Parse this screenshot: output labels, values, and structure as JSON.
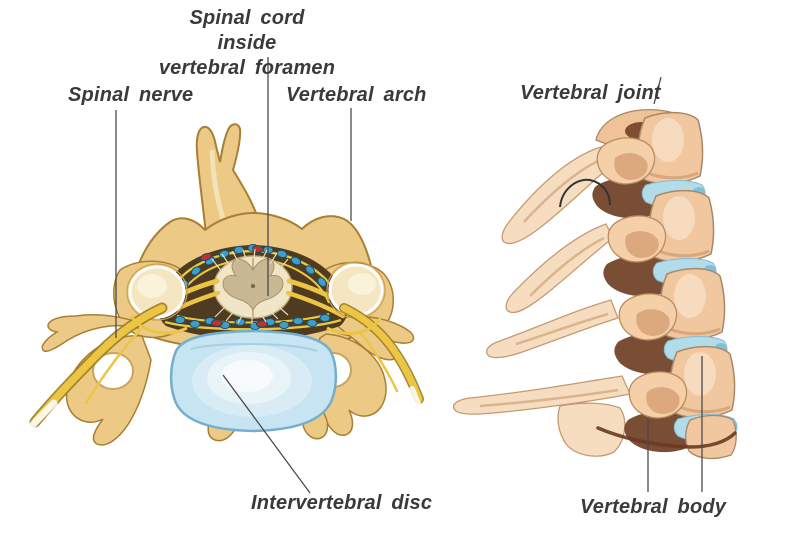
{
  "labels": {
    "spinal_cord_line1": "Spinal cord inside",
    "spinal_cord_line2": "vertebral foramen",
    "spinal_nerve": "Spinal nerve",
    "vertebral_arch": "Vertebral arch",
    "vertebral_joint": "Vertebral joint",
    "intervertebral_disc": "Intervertebral disc",
    "vertebral_body": "Vertebral body"
  },
  "palette": {
    "background": "#ffffff",
    "label_text": "#3a3a3a",
    "leader_line": "#4a4a4a",
    "bone_fill": "#ecca85",
    "bone_highlight": "#f7ecc9",
    "bone_shadow": "#d9a74e",
    "bone_outline": "#a87f35",
    "canal_dark": "#4e3b21",
    "dura_yellow": "#e9ca3e",
    "nerve_yellow": "#ecc544",
    "nerve_outline": "#9b7d1e",
    "vein_blue": "#3f9dc8",
    "vein_outline": "#14506e",
    "artery_red": "#c32f2f",
    "cord_fill": "#f0e5c6",
    "cord_gray": "#c8b894",
    "disc_fill": "#c6e4f1",
    "disc_edge": "#74aecb",
    "disc_center": "#f7fbfd",
    "facet_fill": "#f5e6c2",
    "peach_fill": "#f1c7a0",
    "peach_light": "#f7e0c6",
    "peach_shade": "#cf9a6a",
    "peach_outline": "#a98868",
    "crevice_dark": "#6b3a1f",
    "lateral_disc_blue": "#b3dcea",
    "wing_fill": "#f6ddc0",
    "wing_outline": "#c59a72"
  }
}
